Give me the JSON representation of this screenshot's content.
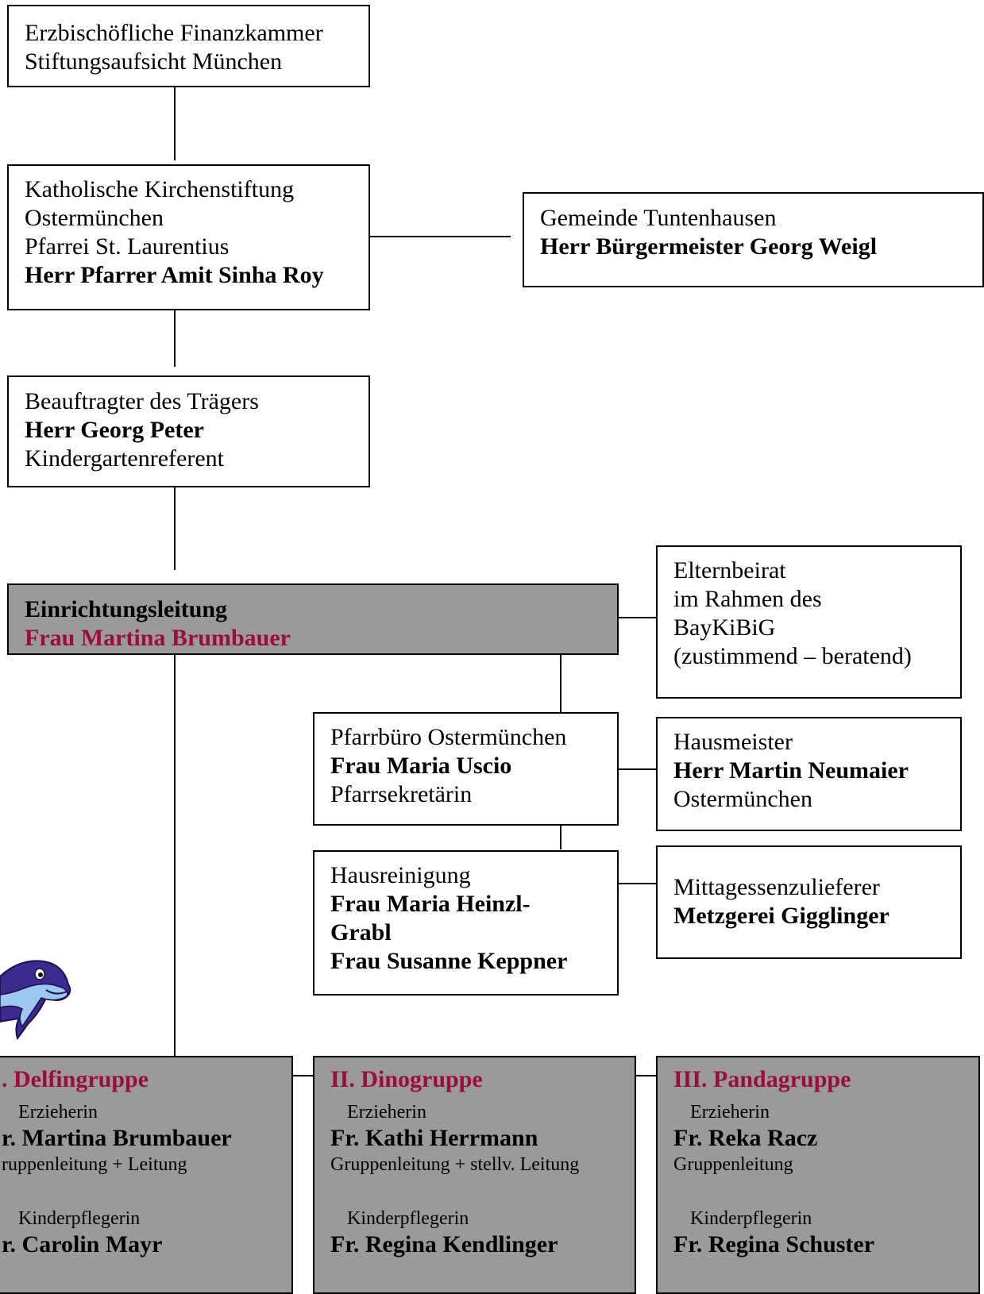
{
  "finanzkammer": {
    "line1": "Erzbischöfliche Finanzkammer",
    "line2": "Stiftungsaufsicht München"
  },
  "kirchenstiftung": {
    "line1": "Katholische Kirchenstiftung",
    "line2": "Ostermünchen",
    "line3": "Pfarrei St. Laurentius",
    "person": "Herr Pfarrer Amit Sinha Roy"
  },
  "gemeinde": {
    "line1": "Gemeinde Tuntenhausen",
    "person": "Herr Bürgermeister  Georg Weigl"
  },
  "beauftragter": {
    "line1": "Beauftragter des Trägers",
    "person": "Herr Georg Peter",
    "role": "Kindergartenreferent"
  },
  "einrichtungsleitung": {
    "title": "Einrichtungsleitung",
    "person": "Frau Martina Brumbauer"
  },
  "elternbeirat": {
    "line1": "Elternbeirat",
    "line2": "im Rahmen des",
    "line3": "BayKiBiG",
    "line4": "(zustimmend – beratend)"
  },
  "pfarrbuero": {
    "line1": "Pfarrbüro Ostermünchen",
    "person": "Frau  Maria Uscio",
    "role": "Pfarrsekretärin"
  },
  "hausmeister": {
    "line1": "Hausmeister",
    "person": "Herr Martin Neumaier",
    "place": "Ostermünchen"
  },
  "hausreinigung": {
    "line1": "Hausreinigung",
    "person1a": "Frau Maria Heinzl-",
    "person1b": "Grabl",
    "person2": "Frau Susanne Keppner"
  },
  "mittagessen": {
    "line1": "Mittagessenzulieferer",
    "supplier": "Metzgerei Gigglinger"
  },
  "groups": [
    {
      "title": ". Delfingruppe",
      "role1": "Erzieherin",
      "name1": "r. Martina Brumbauer",
      "desc1": "ruppenleitung + Leitung",
      "role2": "Kinderpflegerin",
      "name2": "r. Carolin Mayr"
    },
    {
      "title": "II. Dinogruppe",
      "role1": "Erzieherin",
      "name1": "Fr. Kathi Herrmann",
      "desc1": "Gruppenleitung + stellv. Leitung",
      "role2": "Kinderpflegerin",
      "name2": "Fr. Regina Kendlinger"
    },
    {
      "title": "III. Pandagruppe",
      "role1": "Erzieherin",
      "name1": "Fr. Reka Racz",
      "desc1": "Gruppenleitung",
      "role2": "Kinderpflegerin",
      "name2": "Fr. Regina Schuster"
    }
  ],
  "colors": {
    "accent": "#9b0c3f",
    "gray_box": "#9a9a9a"
  }
}
